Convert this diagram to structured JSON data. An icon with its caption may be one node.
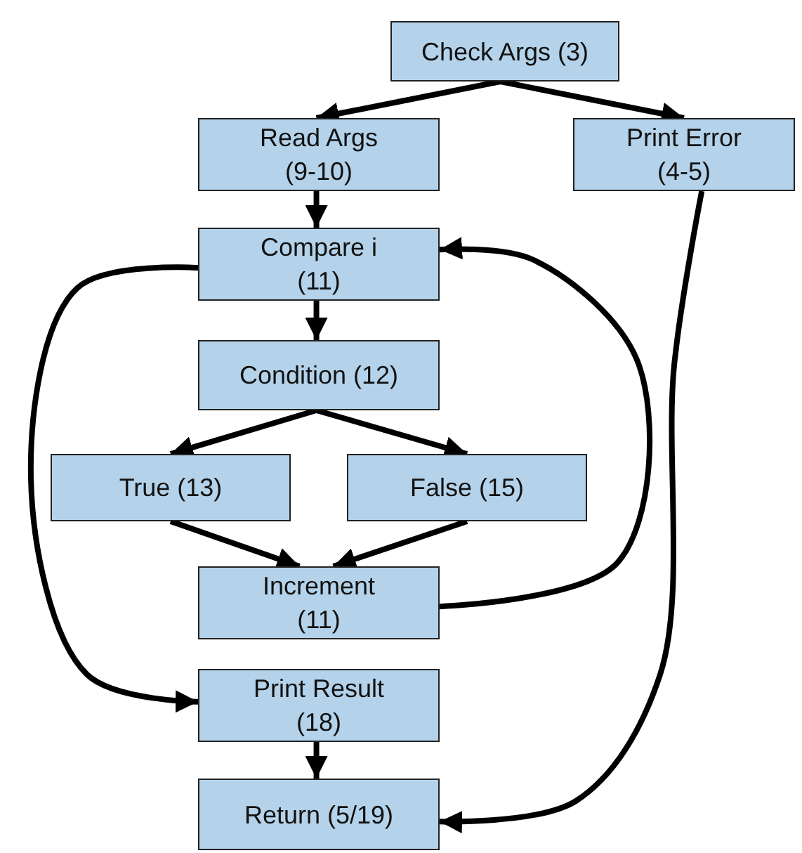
{
  "diagram": {
    "nodes": [
      {
        "text": [
          "Check Args (3)"
        ]
      },
      {
        "text": [
          "Read Args (9-10)"
        ]
      },
      {
        "text": [
          "Print Error (4-5)"
        ]
      },
      {
        "text": [
          "Compare i (11)"
        ]
      },
      {
        "text": [
          "Condition (12)"
        ]
      },
      {
        "text": [
          "True (13)"
        ]
      },
      {
        "text": [
          "False (15)"
        ]
      },
      {
        "text": [
          "Increment (11)"
        ]
      },
      {
        "text": [
          "Print Result (18)"
        ]
      },
      {
        "text": [
          "Return (5/19)"
        ]
      }
    ],
    "edges": [
      {
        "from": 0,
        "to": 1,
        "arrow": "to"
      },
      {
        "from": 0,
        "to": 2,
        "arrow": "to"
      },
      {
        "from": 1,
        "to": 3,
        "arrow": "to"
      },
      {
        "from": 3,
        "to": 4,
        "arrow": "to"
      },
      {
        "from": 4,
        "to": 5,
        "arrow": "to"
      },
      {
        "from": 4,
        "to": 6,
        "arrow": "to"
      },
      {
        "from": 5,
        "to": 7,
        "arrow": "to"
      },
      {
        "from": 6,
        "to": 7,
        "arrow": "to"
      },
      {
        "from": 7,
        "to": 3,
        "arrow": "to"
      },
      {
        "from": 3,
        "to": 8,
        "arrow": "to"
      },
      {
        "from": 8,
        "to": 9,
        "arrow": "to"
      },
      {
        "from": 2,
        "to": 9,
        "arrow": "to"
      }
    ]
  }
}
